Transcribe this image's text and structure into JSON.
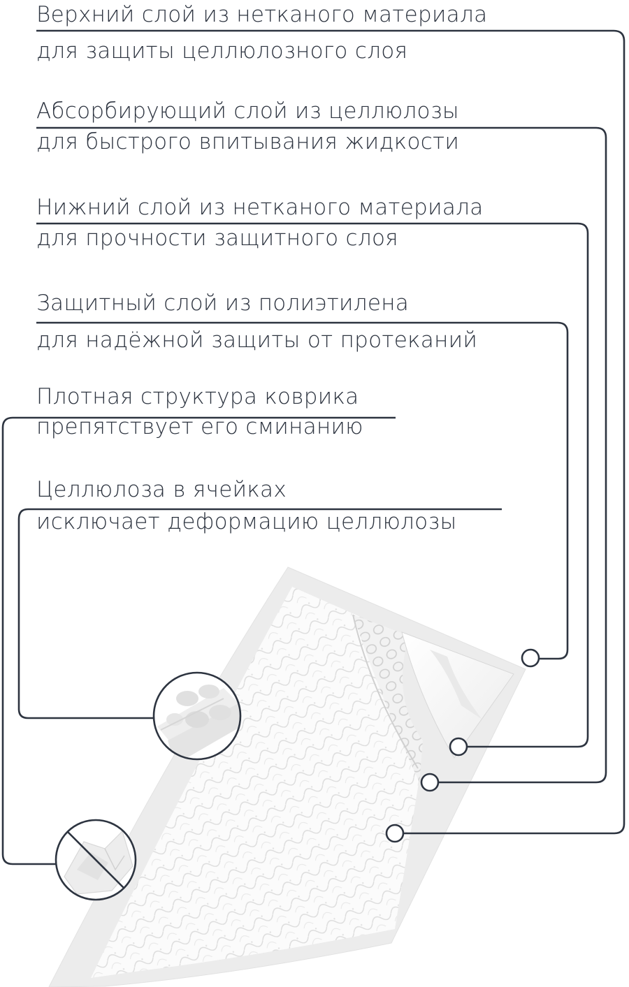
{
  "features": [
    {
      "title": "Верхний слой из нетканого материала",
      "desc": "для защиты целлюлозного слоя"
    },
    {
      "title": "Абсорбирующий слой из целлюлозы",
      "desc": "для быстрого впитывания жидкости"
    },
    {
      "title": "Нижний слой из нетканого материала",
      "desc": "для прочности защитного слоя"
    },
    {
      "title": "Защитный слой из полиэтилена",
      "desc": "для надёжной защиты от протеканий"
    },
    {
      "title": "Плотная структура коврика",
      "desc": "препятствует его сминанию"
    },
    {
      "title": "Целлюлоза в ячейках",
      "desc": "исключает деформацию целлюлозы"
    }
  ],
  "colors": {
    "text": "#2d3440",
    "callout_line": "#2d3440",
    "pad_border": "#e6e6e6",
    "pad_fill": "#f7f7f7"
  },
  "icons": [
    "cells-closeup-icon",
    "no-crumpling-icon"
  ]
}
